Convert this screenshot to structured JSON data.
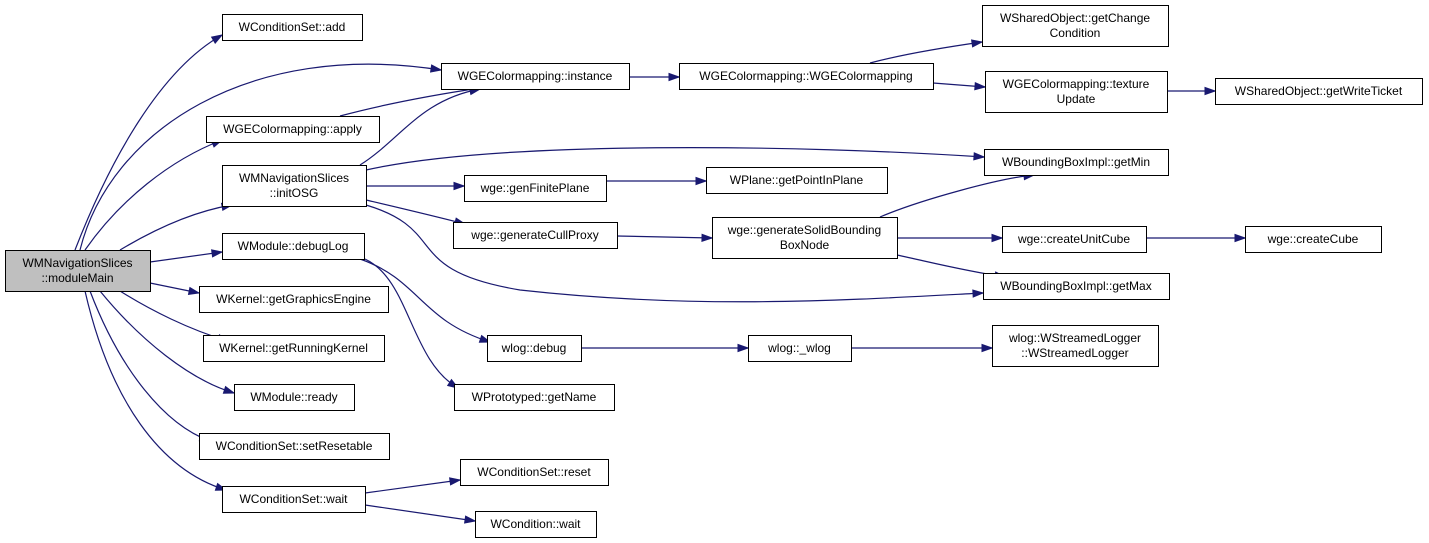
{
  "colors": {
    "edge": "#191970",
    "node_fill": "#ffffff",
    "root_fill": "#bfbfbf",
    "border": "#000000"
  },
  "nodes": {
    "moduleMain": {
      "lines": [
        "WMNavigationSlices",
        "::moduleMain"
      ],
      "root": true
    },
    "csAdd": {
      "lines": [
        "WConditionSet::add"
      ]
    },
    "cmInstance": {
      "lines": [
        "WGEColormapping::instance"
      ]
    },
    "cmApply": {
      "lines": [
        "WGEColormapping::apply"
      ]
    },
    "initOSG": {
      "lines": [
        "WMNavigationSlices",
        "::initOSG"
      ]
    },
    "debugLog": {
      "lines": [
        "WModule::debugLog"
      ]
    },
    "getGraphicsEngine": {
      "lines": [
        "WKernel::getGraphicsEngine"
      ]
    },
    "getRunningKernel": {
      "lines": [
        "WKernel::getRunningKernel"
      ]
    },
    "ready": {
      "lines": [
        "WModule::ready"
      ]
    },
    "setResetable": {
      "lines": [
        "WConditionSet::setResetable"
      ]
    },
    "csWait": {
      "lines": [
        "WConditionSet::wait"
      ]
    },
    "cmCtor": {
      "lines": [
        "WGEColormapping::WGEColormapping"
      ]
    },
    "getChangeCondition": {
      "lines": [
        "WSharedObject::getChange",
        "Condition"
      ]
    },
    "textureUpdate": {
      "lines": [
        "WGEColormapping::texture",
        "Update"
      ]
    },
    "getWriteTicket": {
      "lines": [
        "WSharedObject::getWriteTicket"
      ]
    },
    "genFinitePlane": {
      "lines": [
        "wge::genFinitePlane"
      ]
    },
    "getPointInPlane": {
      "lines": [
        "WPlane::getPointInPlane"
      ]
    },
    "generateCullProxy": {
      "lines": [
        "wge::generateCullProxy"
      ]
    },
    "genSolidBBox": {
      "lines": [
        "wge::generateSolidBounding",
        "BoxNode"
      ]
    },
    "getMin": {
      "lines": [
        "WBoundingBoxImpl::getMin"
      ]
    },
    "createUnitCube": {
      "lines": [
        "wge::createUnitCube"
      ]
    },
    "createCube": {
      "lines": [
        "wge::createCube"
      ]
    },
    "getMax": {
      "lines": [
        "WBoundingBoxImpl::getMax"
      ]
    },
    "wlogDebug": {
      "lines": [
        "wlog::debug"
      ]
    },
    "wlogWlog": {
      "lines": [
        "wlog::_wlog"
      ]
    },
    "streamedLogger": {
      "lines": [
        "wlog::WStreamedLogger",
        "::WStreamedLogger"
      ]
    },
    "getName": {
      "lines": [
        "WPrototyped::getName"
      ]
    },
    "csReset": {
      "lines": [
        "WConditionSet::reset"
      ]
    },
    "condWait": {
      "lines": [
        "WCondition::wait"
      ]
    }
  },
  "edges": [
    [
      "moduleMain",
      "csAdd"
    ],
    [
      "moduleMain",
      "cmInstance"
    ],
    [
      "moduleMain",
      "cmApply"
    ],
    [
      "moduleMain",
      "initOSG"
    ],
    [
      "moduleMain",
      "debugLog"
    ],
    [
      "moduleMain",
      "getGraphicsEngine"
    ],
    [
      "moduleMain",
      "getRunningKernel"
    ],
    [
      "moduleMain",
      "ready"
    ],
    [
      "moduleMain",
      "setResetable"
    ],
    [
      "moduleMain",
      "csWait"
    ],
    [
      "cmInstance",
      "cmCtor"
    ],
    [
      "cmCtor",
      "getChangeCondition"
    ],
    [
      "cmCtor",
      "textureUpdate"
    ],
    [
      "textureUpdate",
      "getWriteTicket"
    ],
    [
      "cmApply",
      "cmInstance"
    ],
    [
      "initOSG",
      "cmInstance"
    ],
    [
      "initOSG",
      "getMin"
    ],
    [
      "initOSG",
      "genFinitePlane"
    ],
    [
      "initOSG",
      "generateCullProxy"
    ],
    [
      "initOSG",
      "getMax"
    ],
    [
      "genFinitePlane",
      "getPointInPlane"
    ],
    [
      "generateCullProxy",
      "genSolidBBox"
    ],
    [
      "genSolidBBox",
      "getMin"
    ],
    [
      "genSolidBBox",
      "createUnitCube"
    ],
    [
      "genSolidBBox",
      "getMax"
    ],
    [
      "createUnitCube",
      "createCube"
    ],
    [
      "debugLog",
      "wlogDebug"
    ],
    [
      "debugLog",
      "getName"
    ],
    [
      "wlogDebug",
      "wlogWlog"
    ],
    [
      "wlogWlog",
      "streamedLogger"
    ],
    [
      "csWait",
      "csReset"
    ],
    [
      "csWait",
      "condWait"
    ]
  ]
}
